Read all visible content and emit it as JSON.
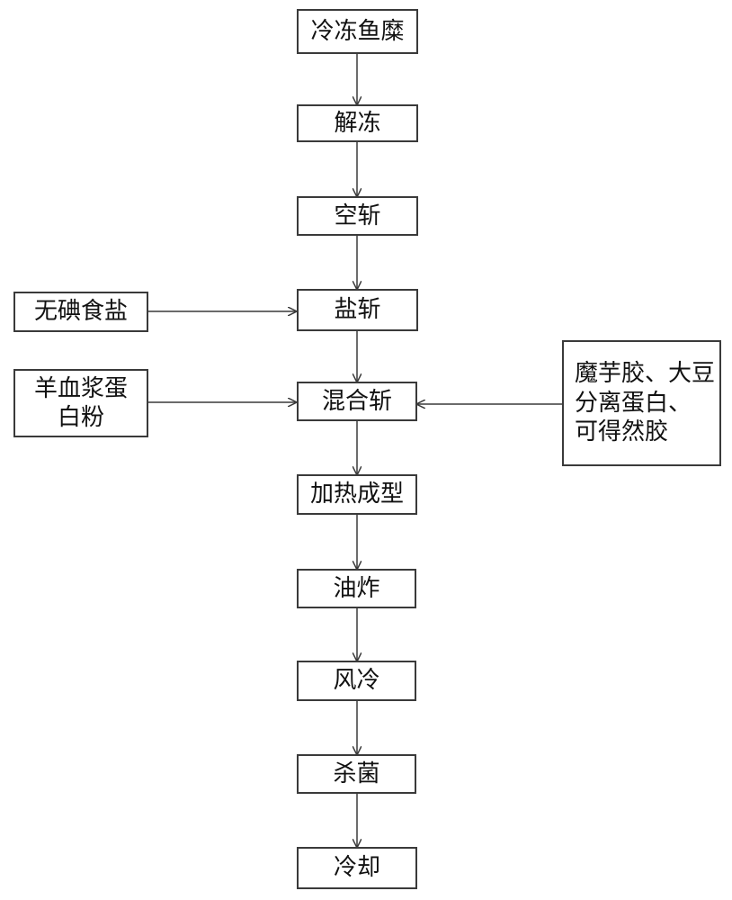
{
  "diagram": {
    "main_steps": [
      "冷冻鱼糜",
      "解冻",
      "空斩",
      "盐斩",
      "混合斩",
      "加热成型",
      "油炸",
      "风冷",
      "杀菌",
      "冷却"
    ],
    "side_inputs": {
      "salt": "无碘食盐",
      "protein": [
        "羊血浆蛋",
        "白粉"
      ],
      "gums": [
        "魔芋胶、大豆",
        "分离蛋白、",
        "可得然胶"
      ]
    },
    "colors": {
      "line": "#3a3a3a",
      "border": "#3a3a3a",
      "text": "#111111"
    }
  }
}
